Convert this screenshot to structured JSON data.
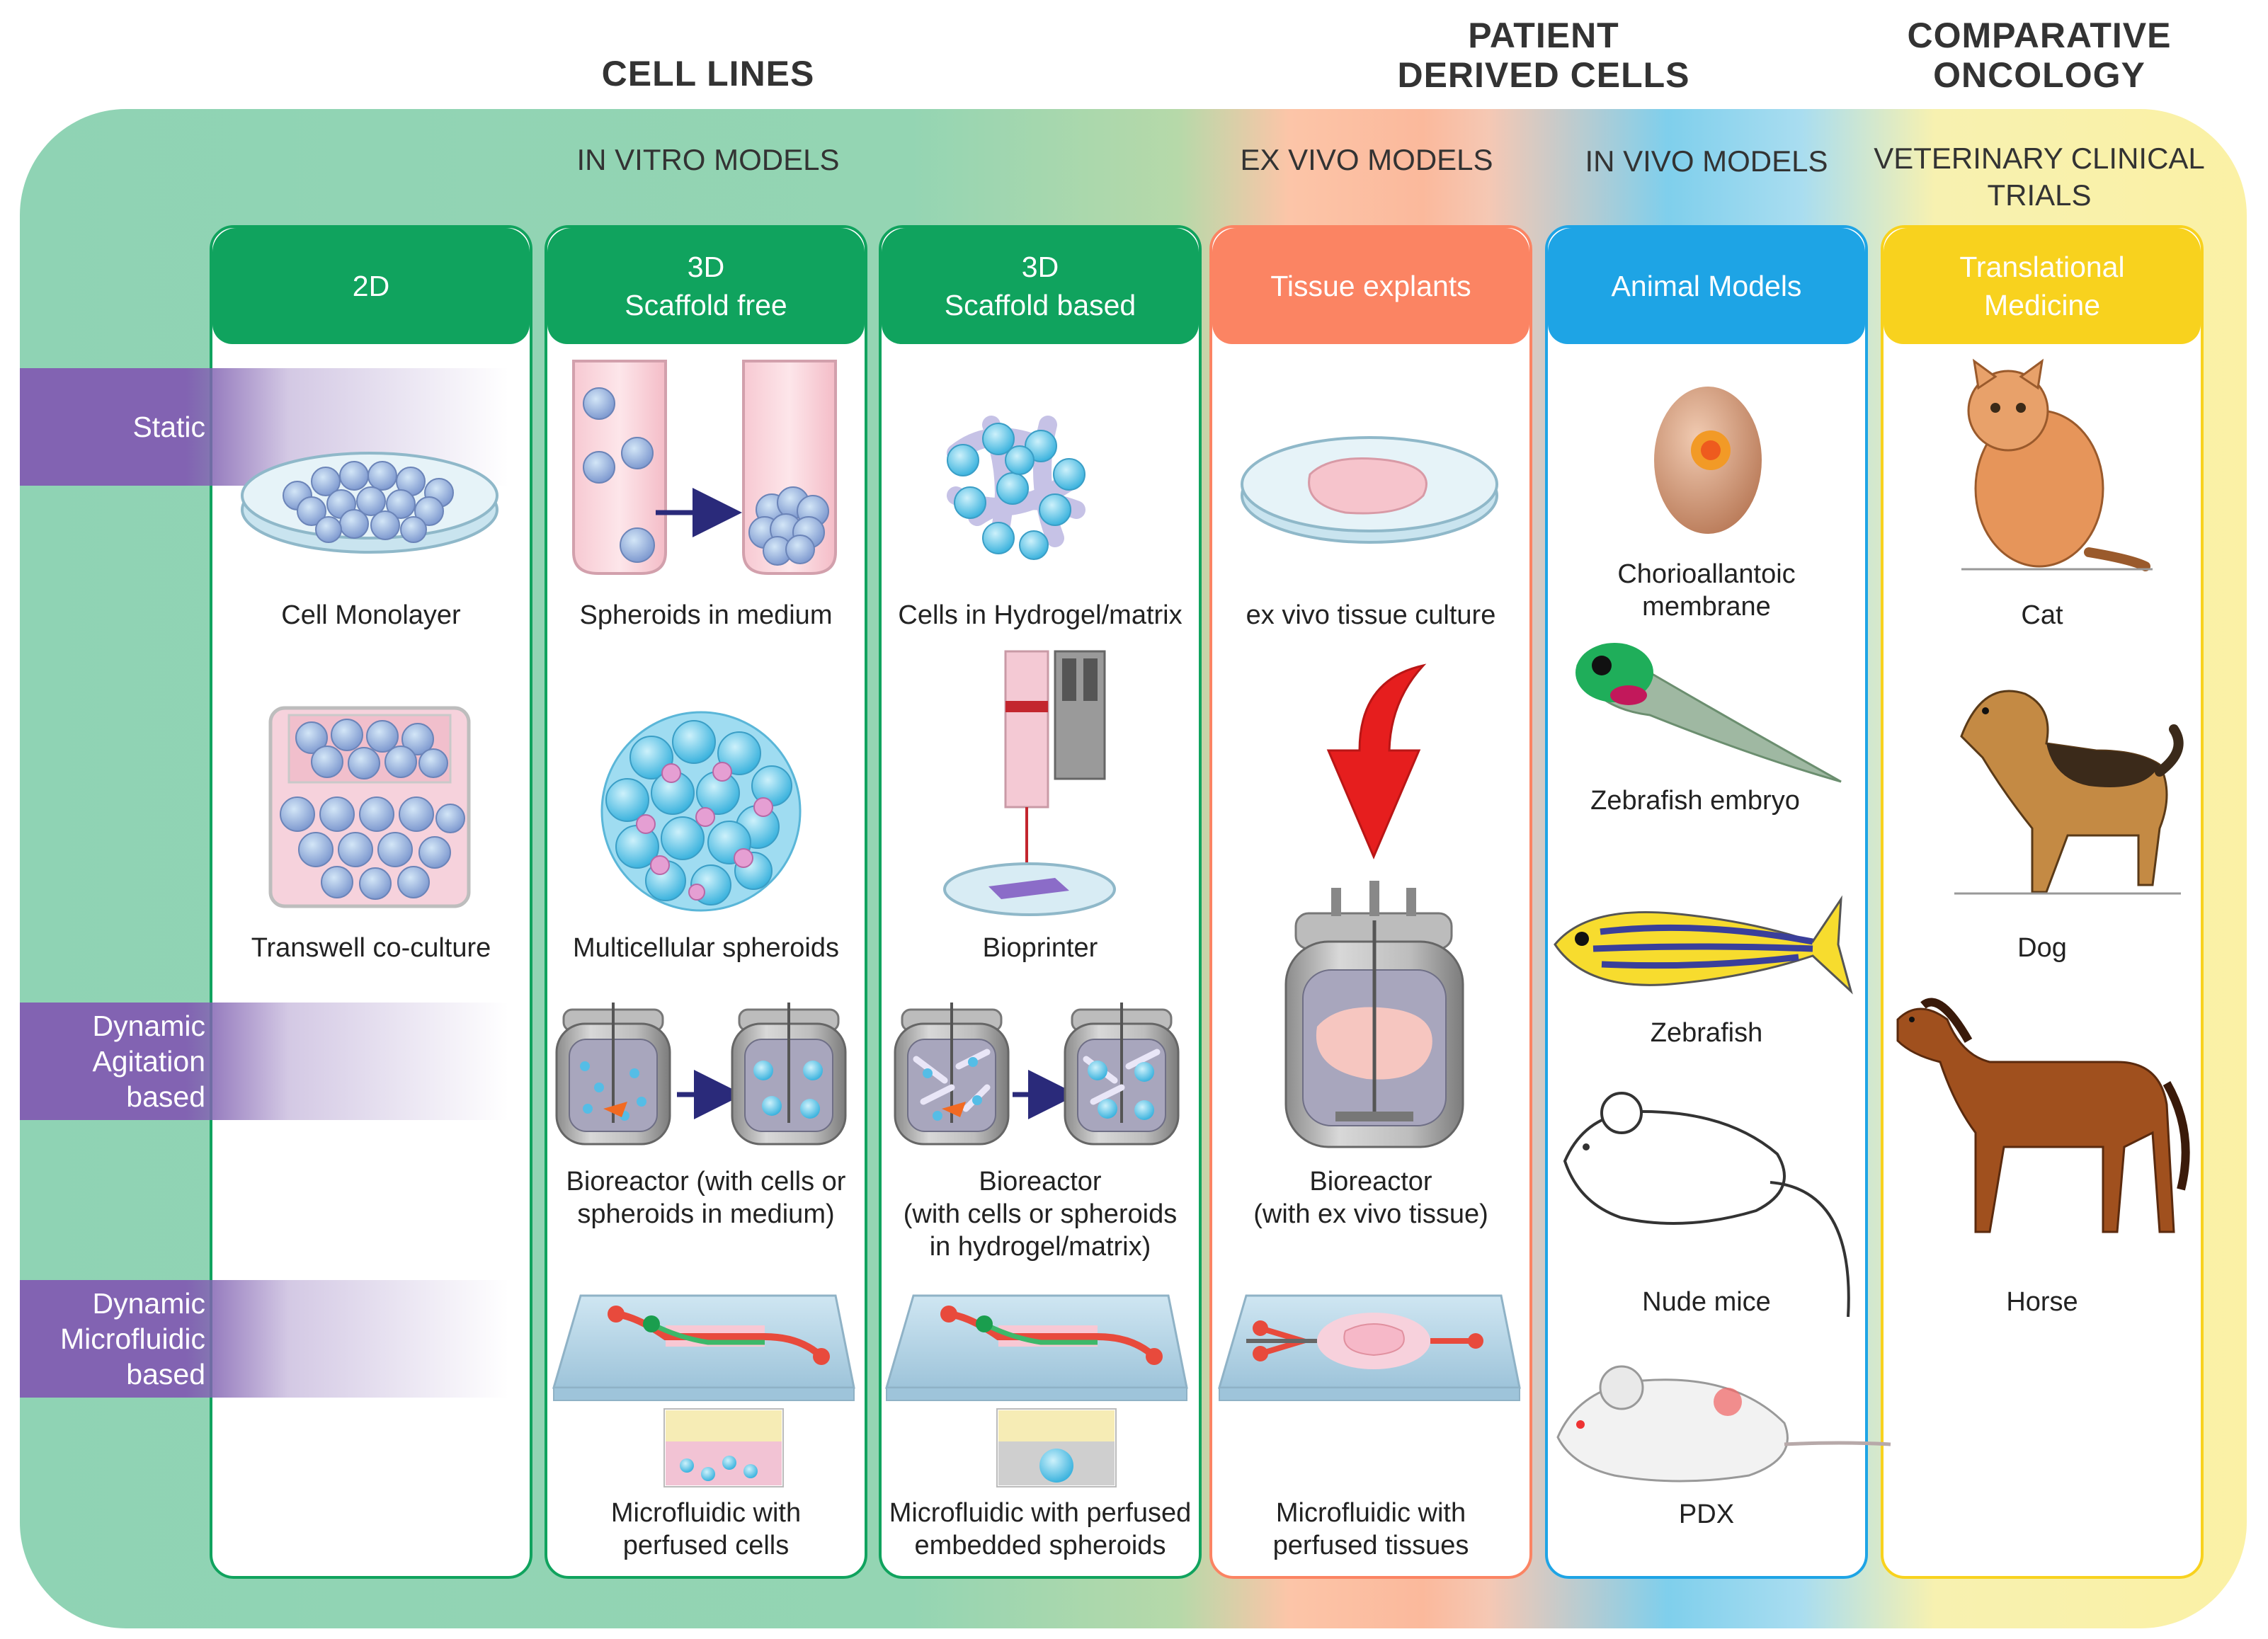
{
  "headers": {
    "cell_lines": "CELL LINES",
    "patient_derived": "PATIENT\nDERIVED CELLS",
    "comparative": "COMPARATIVE\nONCOLOGY"
  },
  "subheaders": {
    "in_vitro": "IN VITRO MODELS",
    "ex_vivo": "EX  VIVO MODELS",
    "in_vivo": "IN VIVO MODELS",
    "vet": "VETERINARY CLINICAL\nTRIALS"
  },
  "columns": [
    {
      "title": "2D",
      "color": "#10a35e"
    },
    {
      "title": "3D\nScaffold free",
      "color": "#10a35e"
    },
    {
      "title": "3D\nScaffold based",
      "color": "#10a35e"
    },
    {
      "title": "Tissue explants",
      "color": "#fb8463"
    },
    {
      "title": "Animal Models",
      "color": "#1ea4e5"
    },
    {
      "title": "Translational\nMedicine",
      "color": "#f8d21e"
    }
  ],
  "rows": {
    "static": "Static",
    "agitation": "Dynamic\nAgitation\nbased",
    "microfluidic": "Dynamic\nMicrofluidic\nbased"
  },
  "captions": {
    "cell_monolayer": "Cell Monolayer",
    "transwell": "Transwell co-culture",
    "spheroids_medium": "Spheroids in medium",
    "multicellular": "Multicellular spheroids",
    "bioreactor_cells": "Bioreactor (with cells or\nspheroids in medium)",
    "micro_cells": "Microfluidic with\nperfused cells",
    "hydrogel": "Cells in Hydrogel/matrix",
    "bioprinter": "Bioprinter",
    "bioreactor_hydrogel": "Bioreactor\n(with cells or spheroids\nin hydrogel/matrix)",
    "micro_spheroids": "Microfluidic with perfused\nembedded spheroids",
    "tissue_culture": "ex vivo tissue culture",
    "bioreactor_tissue": "Bioreactor\n(with ex vivo tissue)",
    "micro_tissues": "Microfluidic with\nperfused tissues",
    "cam": "Chorioallantoic\nmembrane",
    "zebrafish_embryo": "Zebrafish embryo",
    "zebrafish": "Zebrafish",
    "nude_mice": "Nude mice",
    "pdx": "PDX",
    "cat": "Cat",
    "dog": "Dog",
    "horse": "Horse"
  },
  "colors": {
    "green": "#10a35e",
    "orange": "#fb8463",
    "blue": "#1ea4e5",
    "yellow": "#f8d21e",
    "purple": "#8263b2"
  }
}
